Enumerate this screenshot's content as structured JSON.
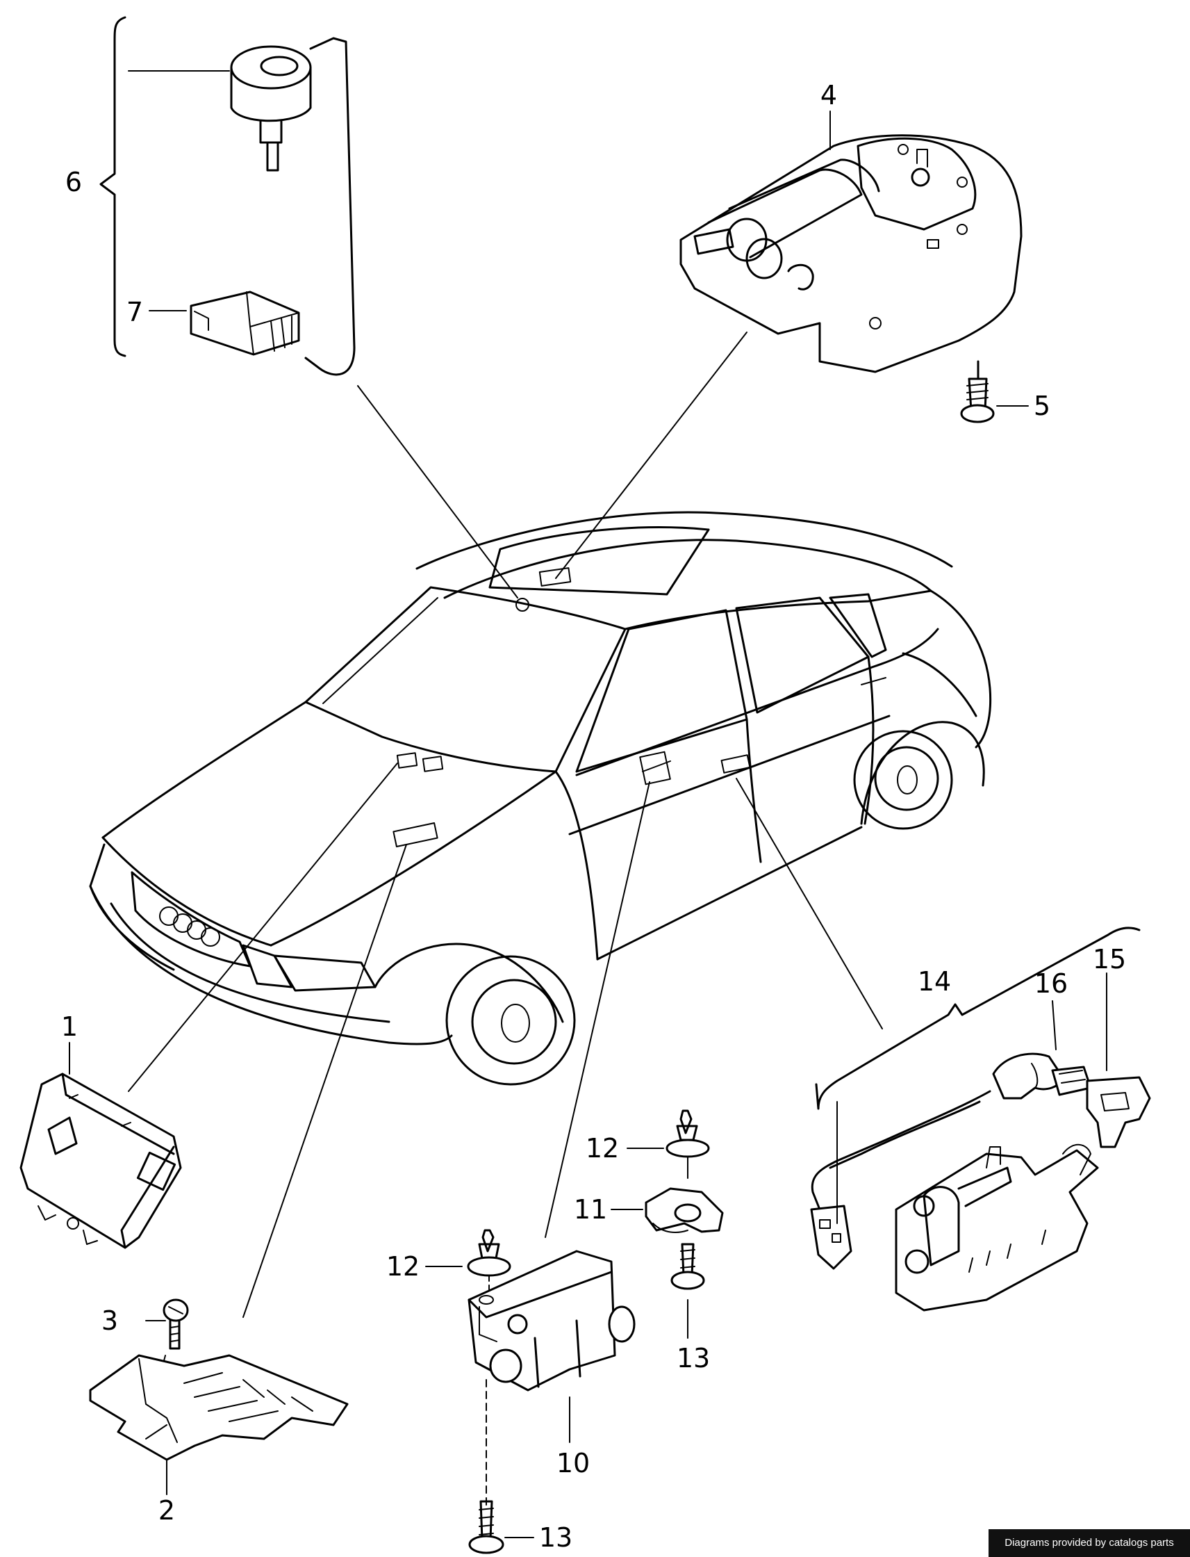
{
  "callouts": {
    "c1": "1",
    "c2": "2",
    "c3": "3",
    "c4": "4",
    "c5": "5",
    "c6": "6",
    "c7": "7",
    "c10": "10",
    "c11": "11",
    "c12a": "12",
    "c12b": "12",
    "c13a": "13",
    "c13b": "13",
    "c14": "14",
    "c15": "15",
    "c16": "16"
  },
  "credit": "Diagrams provided by catalogs parts"
}
